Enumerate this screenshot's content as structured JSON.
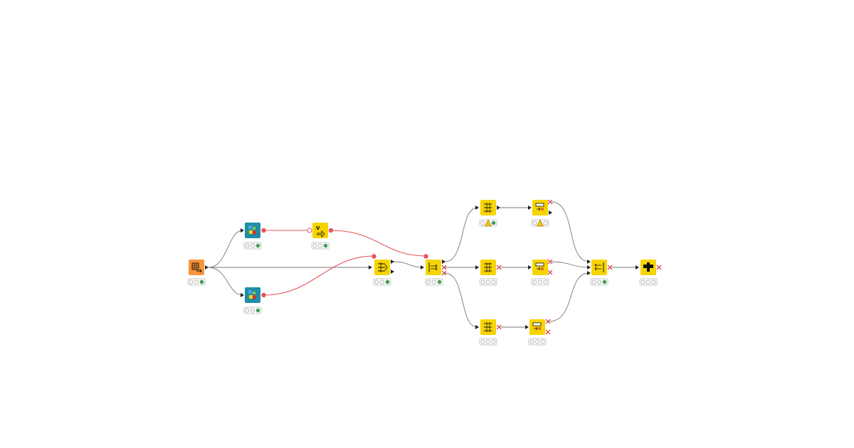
{
  "colors": {
    "source": "#f7943a",
    "manipulator": "#f6d400",
    "loop": "#1e8ea6",
    "flow_var_connection": "#e8545a",
    "data_connection": "#7a7a7a",
    "status_green": "#2aa84a",
    "status_warning": "#f4c20d",
    "port_inactive_x": "#d8323c"
  },
  "nodes": [
    {
      "id": "table-creator",
      "type": "source",
      "icon": "table-create-icon",
      "status": [
        "off",
        "off",
        "green"
      ]
    },
    {
      "id": "loop-start-top",
      "type": "loop",
      "icon": "variable-loop-icon",
      "status": [
        "off",
        "off",
        "green"
      ]
    },
    {
      "id": "loop-start-bottom",
      "type": "loop",
      "icon": "variable-loop-icon",
      "status": [
        "off",
        "off",
        "green"
      ]
    },
    {
      "id": "variable-node",
      "type": "manipulator",
      "icon": "variable-arrow-icon",
      "status": [
        "off",
        "off",
        "green"
      ]
    },
    {
      "id": "row-splitter",
      "type": "manipulator",
      "icon": "row-split-icon",
      "status": [
        "off",
        "off",
        "green"
      ]
    },
    {
      "id": "case-switch",
      "type": "manipulator",
      "icon": "case-switch-icon",
      "status": [
        "off",
        "off",
        "green"
      ]
    },
    {
      "id": "filter-top",
      "type": "manipulator",
      "icon": "row-filter-icon",
      "status": [
        "off",
        "warning",
        "green"
      ]
    },
    {
      "id": "column-filter-top",
      "type": "manipulator",
      "icon": "column-filter-icon",
      "status": [
        "off",
        "warning",
        "off"
      ]
    },
    {
      "id": "filter-mid",
      "type": "manipulator",
      "icon": "row-filter-icon",
      "status": [
        "off",
        "off",
        "off"
      ]
    },
    {
      "id": "column-filter-mid",
      "type": "manipulator",
      "icon": "column-filter-icon",
      "status": [
        "off",
        "off",
        "off"
      ]
    },
    {
      "id": "filter-bottom",
      "type": "manipulator",
      "icon": "row-filter-icon",
      "status": [
        "off",
        "off",
        "off"
      ]
    },
    {
      "id": "column-filter-bottom",
      "type": "manipulator",
      "icon": "column-filter-icon",
      "status": [
        "off",
        "off",
        "off"
      ]
    },
    {
      "id": "case-end",
      "type": "manipulator",
      "icon": "case-end-icon",
      "status": [
        "off",
        "off",
        "green"
      ]
    },
    {
      "id": "output-node",
      "type": "manipulator",
      "icon": "pipe-icon",
      "status": [
        "off",
        "off",
        "off"
      ]
    }
  ]
}
